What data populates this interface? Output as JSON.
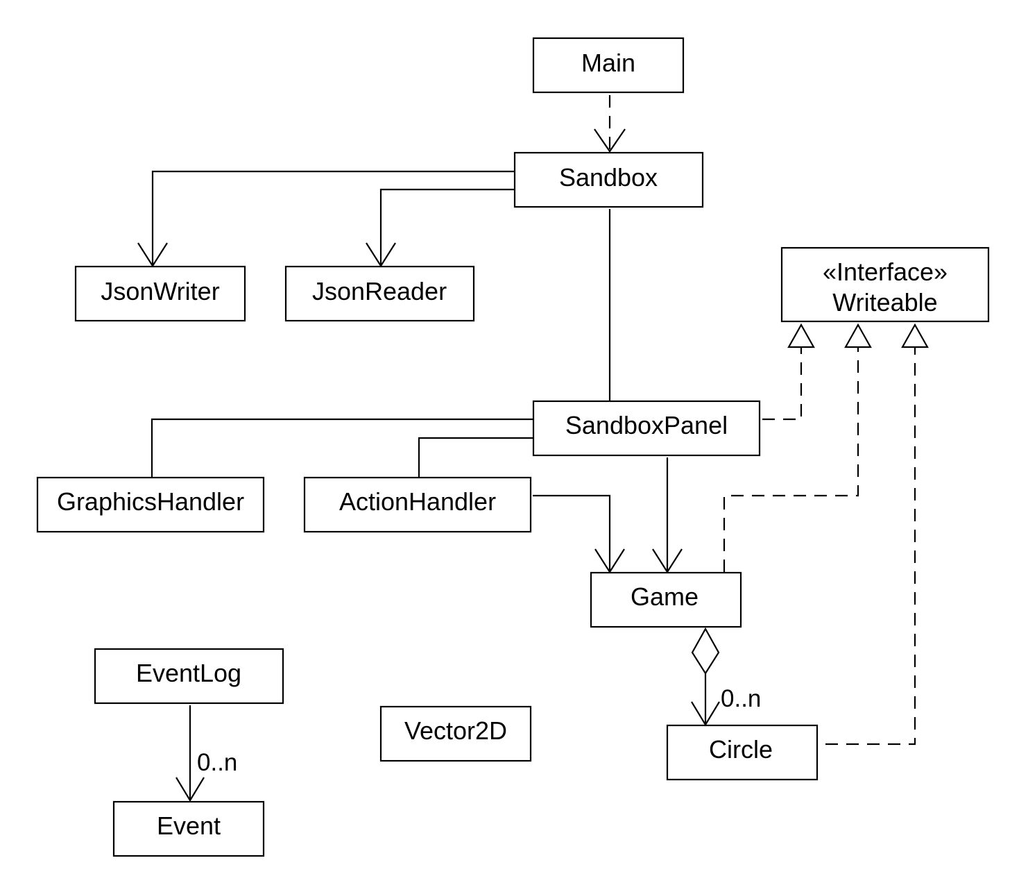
{
  "classes": {
    "main": "Main",
    "sandbox": "Sandbox",
    "json_writer": "JsonWriter",
    "json_reader": "JsonReader",
    "writeable_stereotype": "«Interface»",
    "writeable_name": "Writeable",
    "sandbox_panel": "SandboxPanel",
    "graphics_handler": "GraphicsHandler",
    "action_handler": "ActionHandler",
    "game": "Game",
    "event_log": "EventLog",
    "event": "Event",
    "vector2d": "Vector2D",
    "circle": "Circle"
  },
  "multiplicities": {
    "game_circle": "0..n",
    "eventlog_event": "0..n"
  },
  "relationships": [
    {
      "from": "Main",
      "to": "Sandbox",
      "kind": "dependency"
    },
    {
      "from": "Sandbox",
      "to": "JsonWriter",
      "kind": "association"
    },
    {
      "from": "Sandbox",
      "to": "JsonReader",
      "kind": "association"
    },
    {
      "from": "Sandbox",
      "to": "SandboxPanel",
      "kind": "association"
    },
    {
      "from": "SandboxPanel",
      "to": "GraphicsHandler",
      "kind": "association"
    },
    {
      "from": "SandboxPanel",
      "to": "ActionHandler",
      "kind": "association"
    },
    {
      "from": "SandboxPanel",
      "to": "Game",
      "kind": "association"
    },
    {
      "from": "ActionHandler",
      "to": "Game",
      "kind": "association"
    },
    {
      "from": "Game",
      "to": "Circle",
      "kind": "aggregation"
    },
    {
      "from": "EventLog",
      "to": "Event",
      "kind": "association"
    },
    {
      "from": "SandboxPanel",
      "to": "Writeable",
      "kind": "realization"
    },
    {
      "from": "Game",
      "to": "Writeable",
      "kind": "realization"
    },
    {
      "from": "Circle",
      "to": "Writeable",
      "kind": "realization"
    }
  ]
}
